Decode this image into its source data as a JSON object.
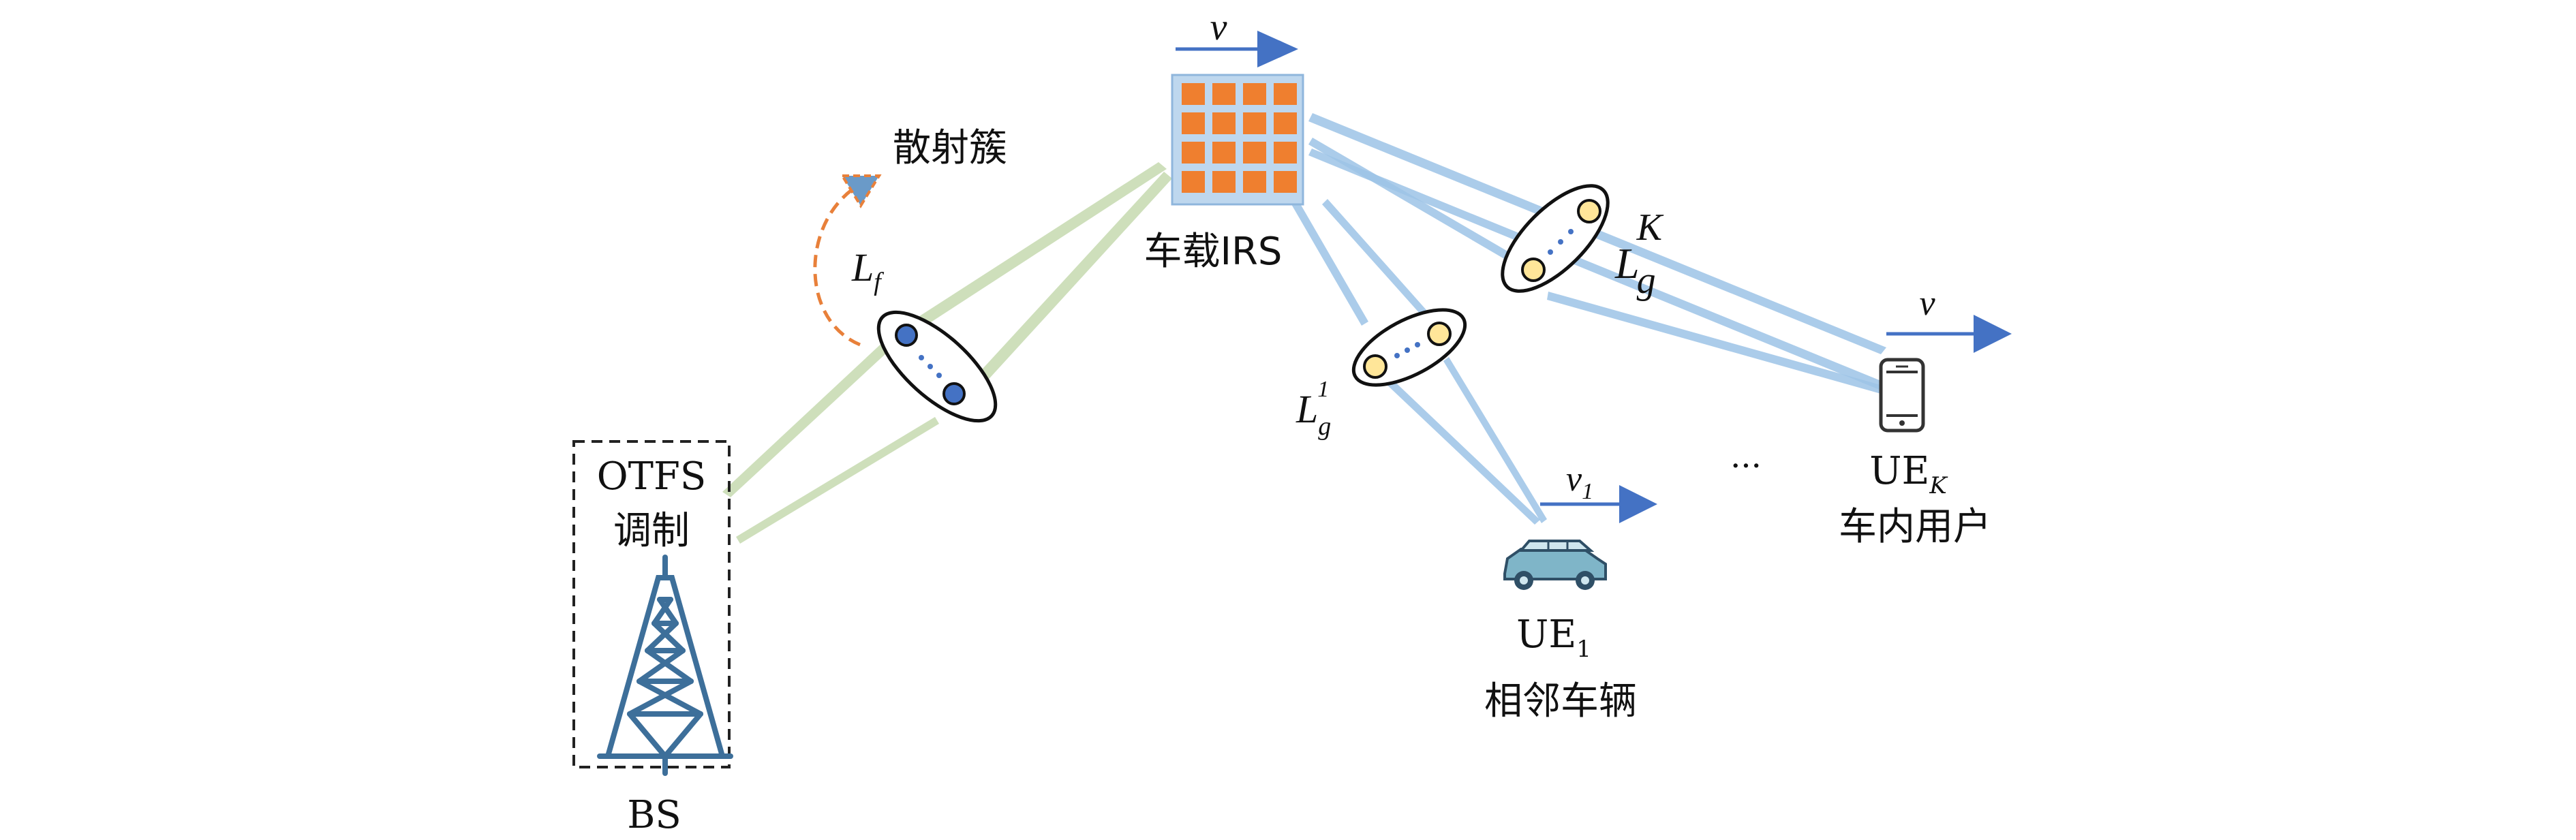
{
  "labels": {
    "bs_module_line1": "OTFS",
    "bs_module_line2": "调制",
    "bs": "BS",
    "scatter_cluster": "散射簇",
    "irs": "车载IRS",
    "lf_main": "L",
    "lf_sub": "f",
    "lg1_main": "L",
    "lg1_sub": "g",
    "lg1_sup": "1",
    "lgk_main": "L",
    "lgk_sub": "g",
    "lgk_sup": "K",
    "velocity_irs": "v",
    "velocity_ue1_main": "v",
    "velocity_ue1_sub": "1",
    "velocity_uek": "v",
    "ue1_main": "UE",
    "ue1_sub": "1",
    "ue1_desc": "相邻车辆",
    "uek_main": "UE",
    "uek_sub": "K",
    "uek_desc": "车内用户",
    "ellipsis": "···"
  },
  "colors": {
    "green_beam": "#c9dcb4",
    "blue_beam": "#9cc3e6",
    "tower": "#3d6f9a",
    "irs_element": "#ef7f2f",
    "irs_frame": "#bed7ee",
    "arrow": "#4472c4",
    "scatter_dot_dark": "#4472c4",
    "scatter_dot_light": "#ffe699",
    "dashed_orange": "#e8803a"
  }
}
